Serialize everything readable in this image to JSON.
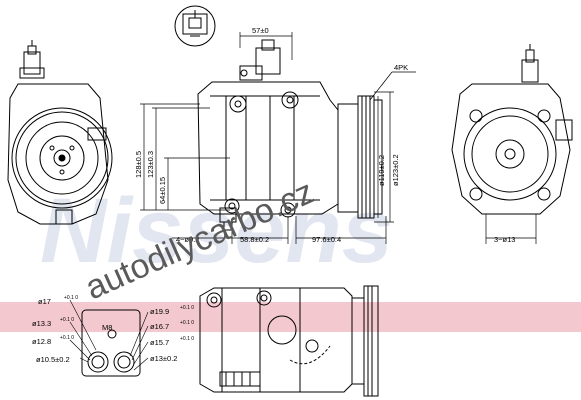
{
  "watermark": {
    "brand": "Nissens",
    "site": "autodilycarbo.cz",
    "band_color": "#f4c8cf",
    "brand_color": "#c9d2e6"
  },
  "dimensions": {
    "top_width": "57±0",
    "belt": "4PK",
    "height_total": "128±0.5",
    "height_mid": "123±0.3",
    "height_low": "64±0.15",
    "pulley_outer": "ø119±0.2",
    "pulley_inner": "ø123±0.2",
    "width_a": "4~ø9.2",
    "width_b": "58.8±0.2",
    "width_c": "97.6±0.4",
    "right_mount": "3~ø13"
  },
  "port_labels": {
    "l1": "ø17",
    "l2": "ø13.3",
    "l3": "ø12.8",
    "l4": "ø10.5±0.2",
    "m8": "M8",
    "r1": "ø19.9",
    "r2": "ø16.7",
    "r3": "ø15.7",
    "r4": "ø13±0.2"
  },
  "tolerances": {
    "l1": "+0.1 0",
    "l2": "+0.1 0",
    "l3": "+0.1 0",
    "r1": "+0.1 0",
    "r2": "+0.1 0",
    "r3": "+0.1 0"
  }
}
